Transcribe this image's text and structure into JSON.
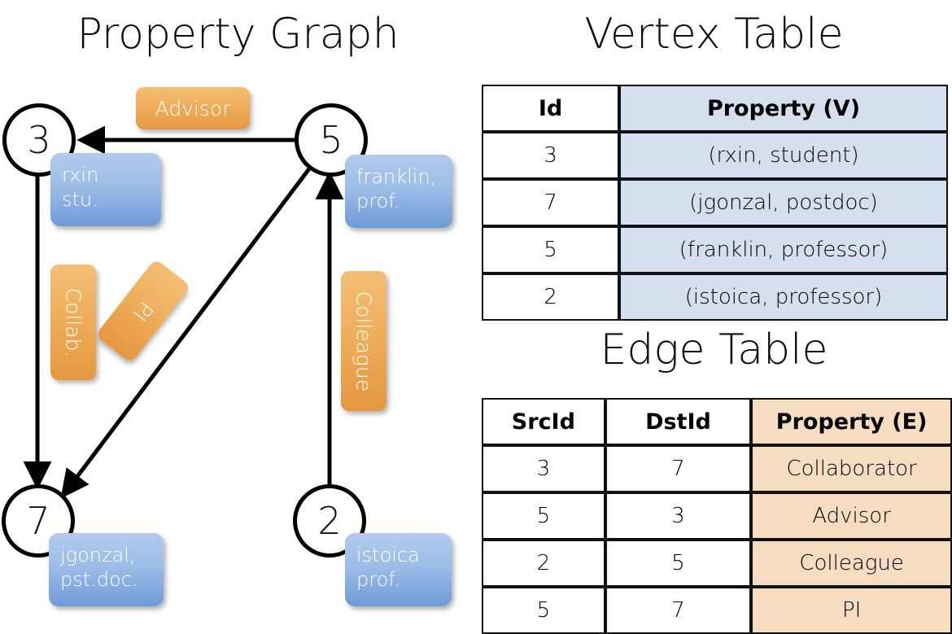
{
  "titles": {
    "property_graph": "Property Graph",
    "vertex_table": "Vertex Table",
    "edge_table": "Edge Table"
  },
  "graph": {
    "nodes": [
      {
        "id": "3",
        "label": "3",
        "property_lines": [
          "rxin",
          "stu."
        ]
      },
      {
        "id": "5",
        "label": "5",
        "property_lines": [
          "franklin,",
          "prof."
        ]
      },
      {
        "id": "7",
        "label": "7",
        "property_lines": [
          "jgonzal,",
          "pst.doc."
        ]
      },
      {
        "id": "2",
        "label": "2",
        "property_lines": [
          "istoica",
          "prof."
        ]
      }
    ],
    "edges": [
      {
        "src": "5",
        "dst": "3",
        "label": "Advisor"
      },
      {
        "src": "3",
        "dst": "7",
        "label": "Collab."
      },
      {
        "src": "5",
        "dst": "7",
        "label": "PI"
      },
      {
        "src": "2",
        "dst": "5",
        "label": "Colleague"
      }
    ]
  },
  "vertex_table": {
    "headers": [
      "Id",
      "Property (V)"
    ],
    "rows": [
      {
        "id": "3",
        "property": "(rxin, student)"
      },
      {
        "id": "7",
        "property": "(jgonzal, postdoc)"
      },
      {
        "id": "5",
        "property": "(franklin, professor)"
      },
      {
        "id": "2",
        "property": "(istoica, professor)"
      }
    ]
  },
  "edge_table": {
    "headers": [
      "SrcId",
      "DstId",
      "Property (E)"
    ],
    "rows": [
      {
        "src": "3",
        "dst": "7",
        "property": "Collaborator"
      },
      {
        "src": "5",
        "dst": "3",
        "property": "Advisor"
      },
      {
        "src": "2",
        "dst": "5",
        "property": "Colleague"
      },
      {
        "src": "5",
        "dst": "7",
        "property": "PI"
      }
    ]
  },
  "colors": {
    "vertex_property_fill": "#d5dff0",
    "edge_property_fill": "#f6dcc1",
    "vertex_box_gradient_top": "#b3cbec",
    "vertex_box_gradient_bottom": "#6f9ad8",
    "edge_box_gradient_top": "#f3bf76",
    "edge_box_gradient_bottom": "#e5973f",
    "stroke": "#000000",
    "background": "#ffffff"
  }
}
